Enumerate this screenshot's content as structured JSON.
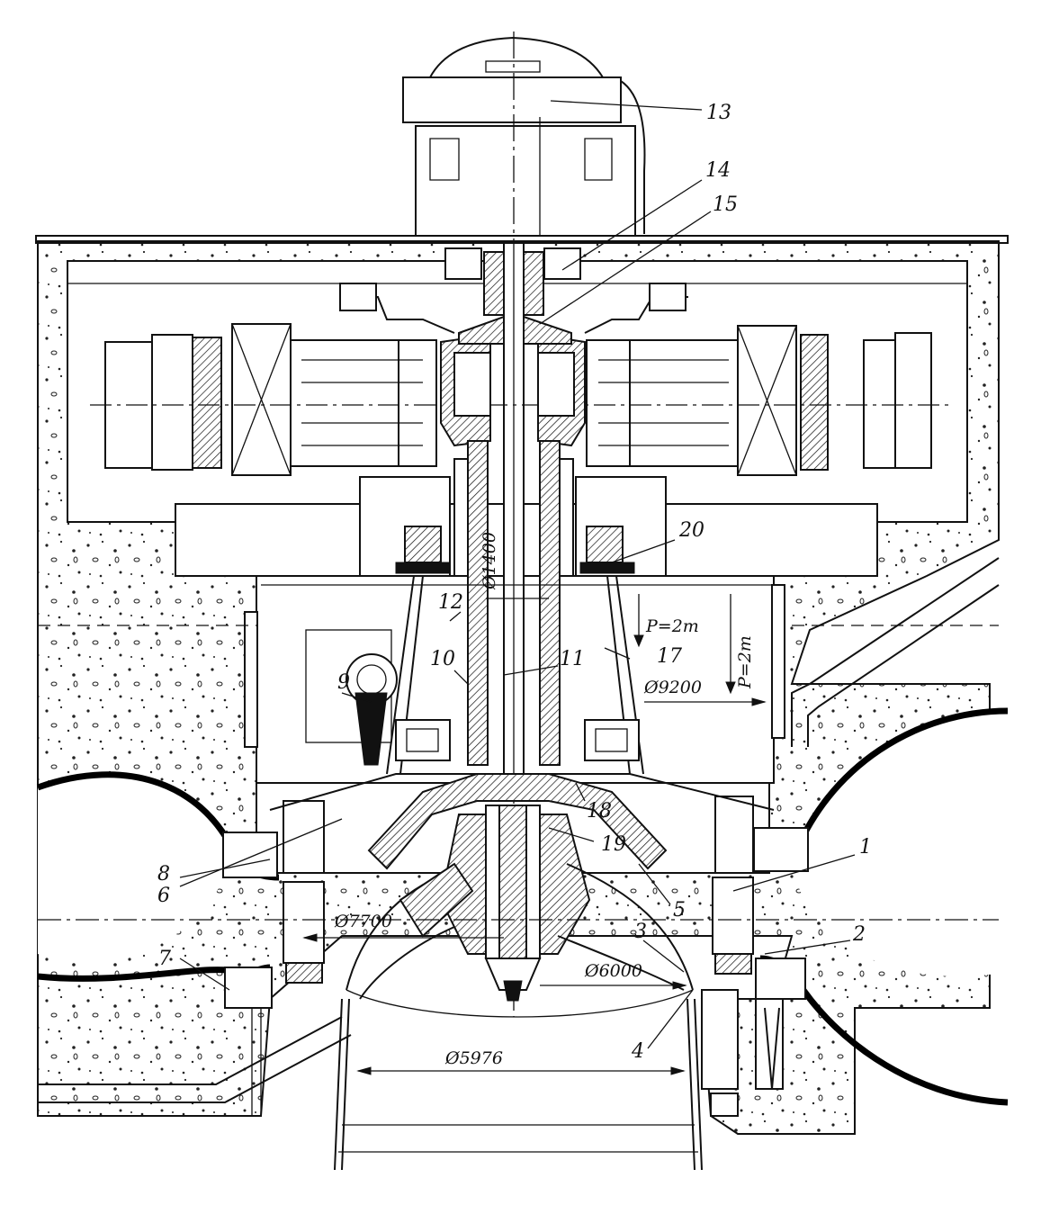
{
  "labels": {
    "l1": "1",
    "l2": "2",
    "l3": "3",
    "l4": "4",
    "l5": "5",
    "l6": "6",
    "l7": "7",
    "l8": "8",
    "l9": "9",
    "l10": "10",
    "l11": "11",
    "l12": "12",
    "l13": "13",
    "l14": "14",
    "l15": "15",
    "l17": "17",
    "l18": "18",
    "l19": "19",
    "l20": "20"
  },
  "dimensions": {
    "d1400": "Ø1400",
    "d9200": "Ø9200",
    "d7700": "Ø7700",
    "d6000": "Ø6000",
    "d5976": "Ø5976",
    "load_a": "P=2т",
    "load_b": "P=2т"
  },
  "colors": {
    "ink": "#111111",
    "paper": "#ffffff"
  }
}
